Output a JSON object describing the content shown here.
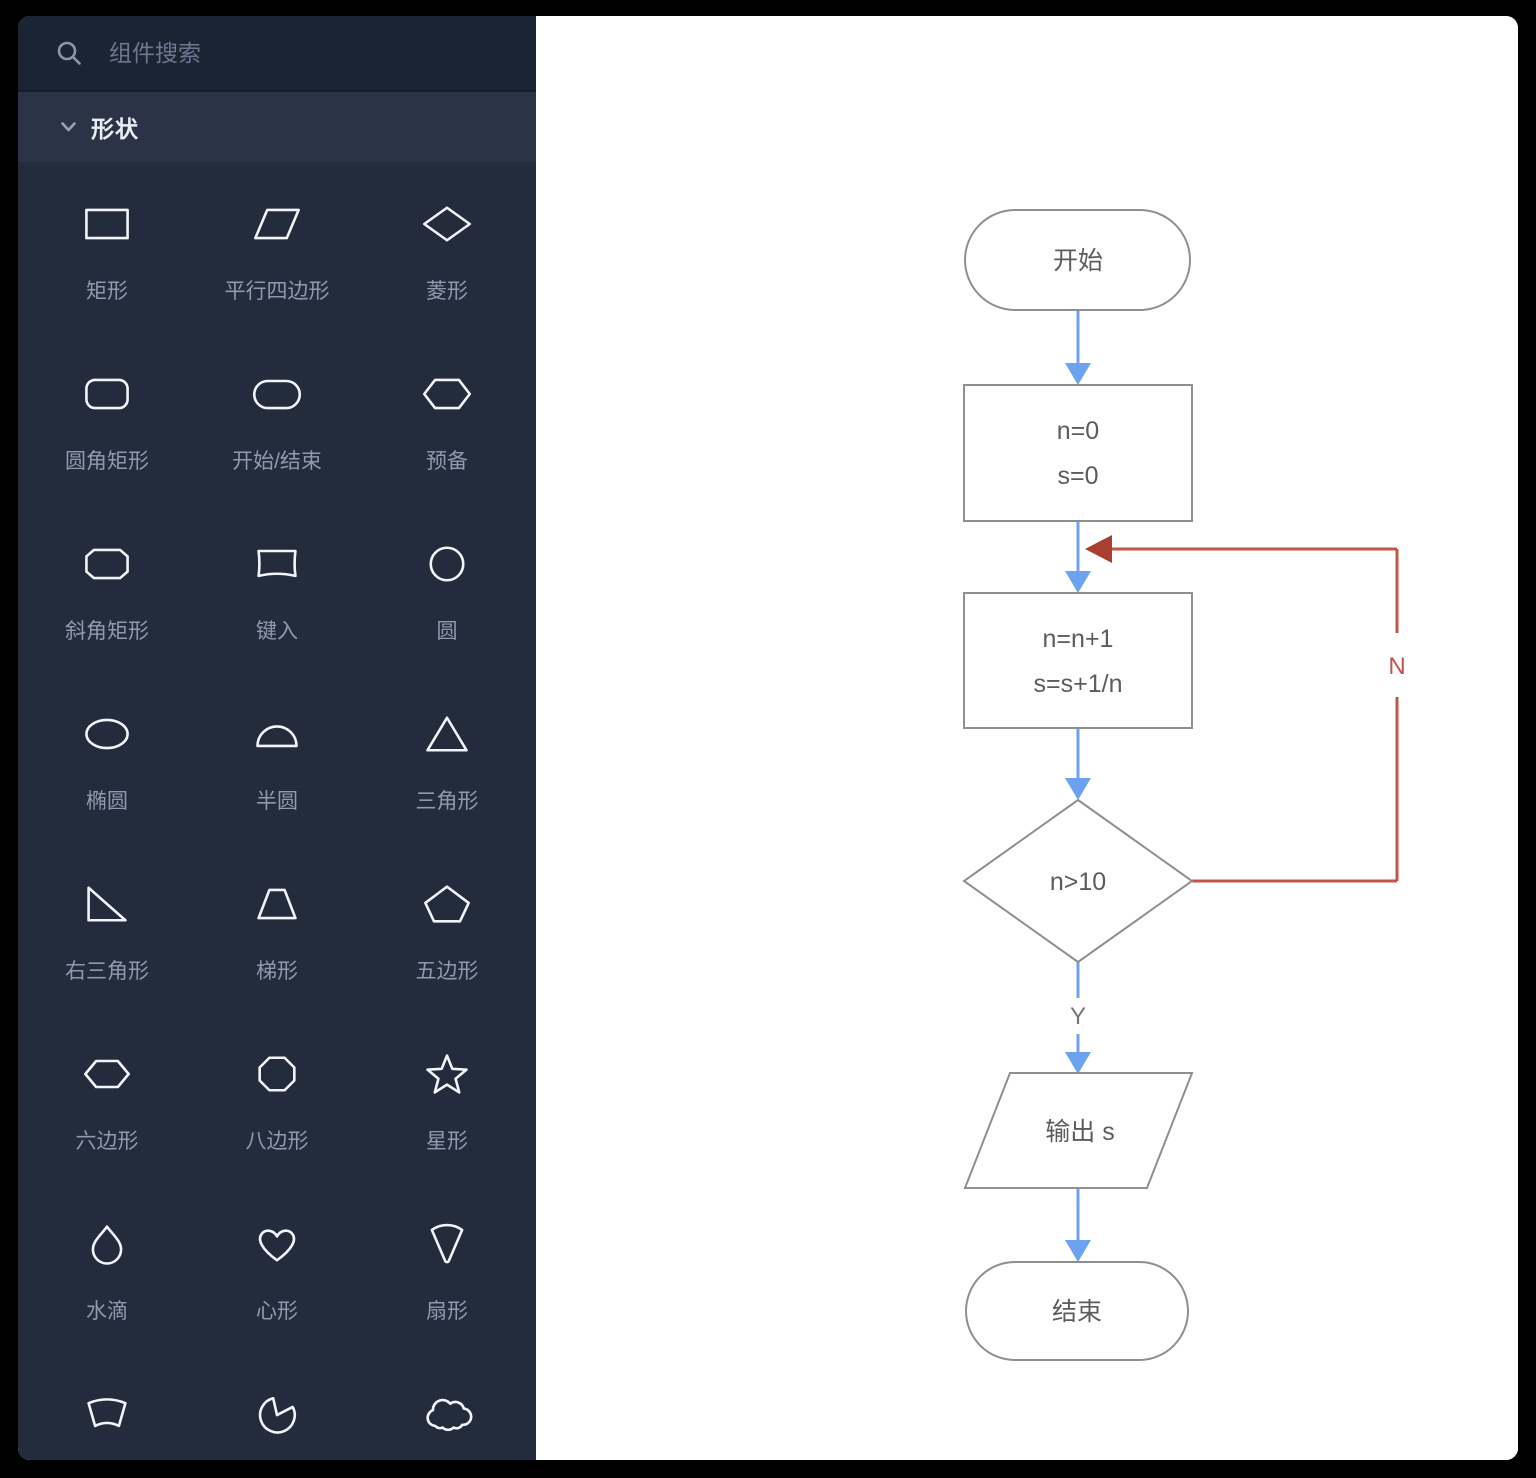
{
  "sidebar": {
    "search": {
      "placeholder": "组件搜索"
    },
    "section": {
      "label": "形状"
    },
    "shapes": [
      {
        "name": "rectangle",
        "label": "矩形",
        "icon": "rect"
      },
      {
        "name": "parallelogram",
        "label": "平行四边形",
        "icon": "parallelogram"
      },
      {
        "name": "diamond",
        "label": "菱形",
        "icon": "diamond"
      },
      {
        "name": "rounded-rectangle",
        "label": "圆角矩形",
        "icon": "rounded-rect"
      },
      {
        "name": "start-end",
        "label": "开始/结束",
        "icon": "stadium"
      },
      {
        "name": "preparation",
        "label": "预备",
        "icon": "prep-hexagon"
      },
      {
        "name": "beveled-rectangle",
        "label": "斜角矩形",
        "icon": "chamfer-rect"
      },
      {
        "name": "manual-input",
        "label": "键入",
        "icon": "input"
      },
      {
        "name": "circle",
        "label": "圆",
        "icon": "circle"
      },
      {
        "name": "ellipse",
        "label": "椭圆",
        "icon": "ellipse"
      },
      {
        "name": "semicircle",
        "label": "半圆",
        "icon": "semicircle"
      },
      {
        "name": "triangle",
        "label": "三角形",
        "icon": "triangle"
      },
      {
        "name": "right-triangle",
        "label": "右三角形",
        "icon": "right-triangle"
      },
      {
        "name": "trapezoid",
        "label": "梯形",
        "icon": "trapezoid"
      },
      {
        "name": "pentagon",
        "label": "五边形",
        "icon": "pentagon"
      },
      {
        "name": "hexagon",
        "label": "六边形",
        "icon": "hexagon"
      },
      {
        "name": "octagon",
        "label": "八边形",
        "icon": "octagon"
      },
      {
        "name": "star",
        "label": "星形",
        "icon": "star"
      },
      {
        "name": "water-drop",
        "label": "水滴",
        "icon": "drop"
      },
      {
        "name": "heart",
        "label": "心形",
        "icon": "heart"
      },
      {
        "name": "sector",
        "label": "扇形",
        "icon": "sector"
      },
      {
        "name": "arc-band",
        "label": "",
        "icon": "arc-band"
      },
      {
        "name": "pie",
        "label": "",
        "icon": "pie"
      },
      {
        "name": "cloud",
        "label": "",
        "icon": "cloud"
      }
    ]
  },
  "flowchart": {
    "nodes": {
      "start": {
        "text": "开始"
      },
      "init": {
        "line1": "n=0",
        "line2": "s=0"
      },
      "loop": {
        "line1": "n=n+1",
        "line2": "s=s+1/n"
      },
      "decision": {
        "text": "n>10"
      },
      "output": {
        "text": "输出 s"
      },
      "end": {
        "text": "结束"
      }
    },
    "labels": {
      "yes": "Y",
      "no": "N"
    },
    "colors": {
      "flow_connector": "#6ba3f0",
      "loop_connector": "#c2544b",
      "loop_arrowhead": "#a83f30",
      "node_border": "#8f8f8f",
      "node_text": "#5c5c5c"
    }
  }
}
